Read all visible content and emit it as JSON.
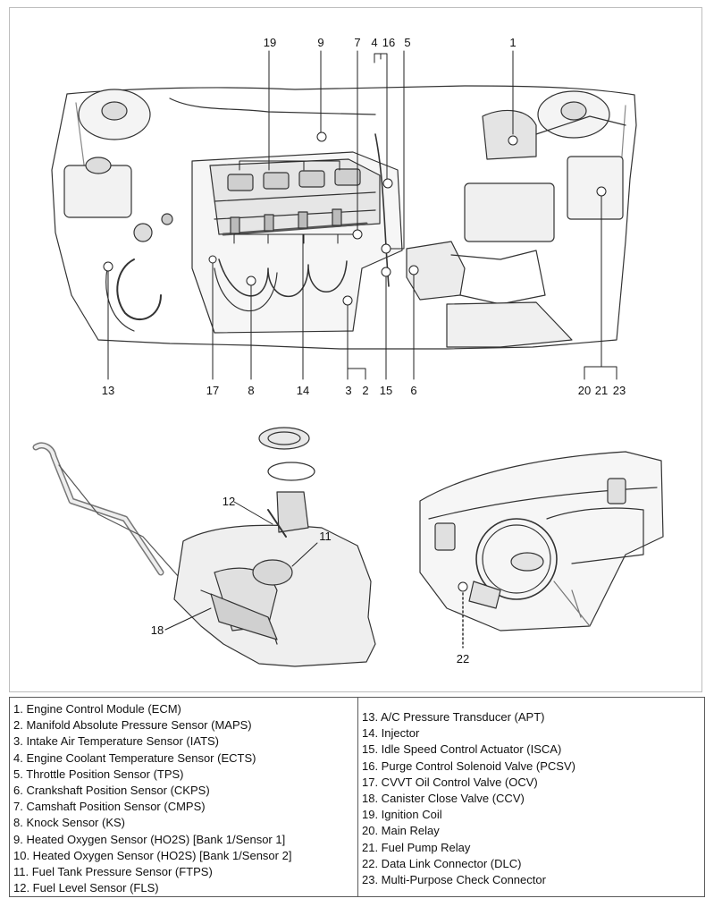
{
  "callouts": {
    "c1": "1",
    "c2": "2",
    "c3": "3",
    "c4": "4",
    "c5": "5",
    "c6": "6",
    "c7": "7",
    "c8": "8",
    "c9": "9",
    "c11": "11",
    "c12": "12",
    "c13": "13",
    "c14": "14",
    "c15": "15",
    "c16": "16",
    "c17": "17",
    "c18": "18",
    "c19": "19",
    "c20": "20",
    "c21": "21",
    "c22": "22",
    "c23": "23"
  },
  "legend": {
    "left": [
      "1. Engine Control Module (ECM)",
      "2. Manifold Absolute Pressure Sensor (MAPS)",
      "3. Intake Air Temperature Sensor (IATS)",
      "4. Engine Coolant Temperature Sensor (ECTS)",
      "5. Throttle Position Sensor (TPS)",
      "6. Crankshaft Position Sensor (CKPS)",
      "7. Camshaft Position Sensor (CMPS)",
      "8. Knock Sensor (KS)",
      "9. Heated Oxygen Sensor (HO2S) [Bank 1/Sensor 1]",
      "10. Heated Oxygen Sensor (HO2S) [Bank 1/Sensor 2]",
      "11. Fuel Tank Pressure Sensor (FTPS)",
      "12. Fuel Level Sensor (FLS)"
    ],
    "right": [
      "13. A/C Pressure Transducer (APT)",
      "14. Injector",
      "15. Idle Speed Control Actuator (ISCA)",
      "16. Purge Control Solenoid Valve (PCSV)",
      "17. CVVT Oil Control Valve (OCV)",
      "18. Canister Close Valve (CCV)",
      "19. Ignition Coil",
      "20. Main Relay",
      "21. Fuel Pump Relay",
      "22. Data Link Connector (DLC)",
      "23. Multi-Purpose Check Connector"
    ]
  }
}
